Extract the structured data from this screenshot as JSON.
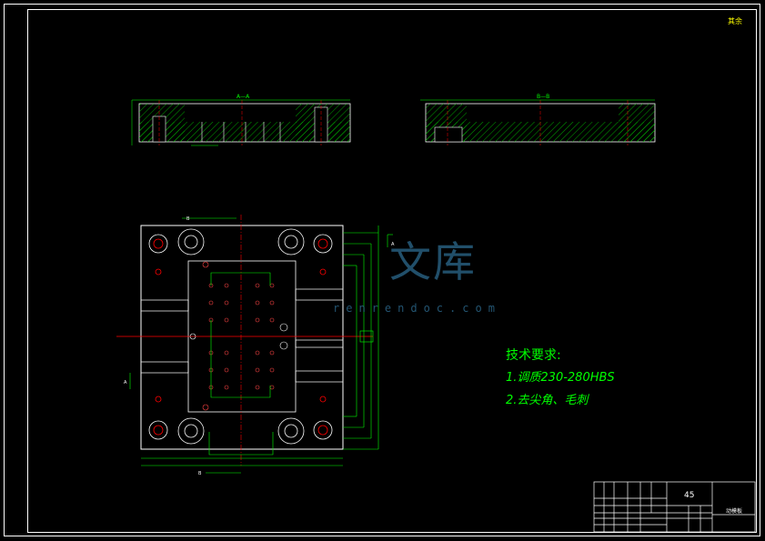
{
  "drawing": {
    "roughness_note": "其余",
    "section_a_label": "A—A",
    "section_b_label": "B—B",
    "view_marker_b_top": "B",
    "view_marker_b_bottom": "B",
    "view_marker_a_left": "A",
    "view_marker_a_right": "A"
  },
  "technical_requirements": {
    "title": "技术要求:",
    "items": [
      "1.调质230-280HBS",
      "2.去尖角、毛刺"
    ]
  },
  "title_block": {
    "material": "45",
    "drawing_name": "动模板"
  },
  "watermark": {
    "brand": "文库",
    "url": "renrendoc.com"
  },
  "colors": {
    "background": "#000000",
    "frame": "#ffffff",
    "annotation": "#00ff00",
    "center_line": "#ff0000",
    "hatch": "#00ff00",
    "watermark": "#2c6a8e"
  }
}
